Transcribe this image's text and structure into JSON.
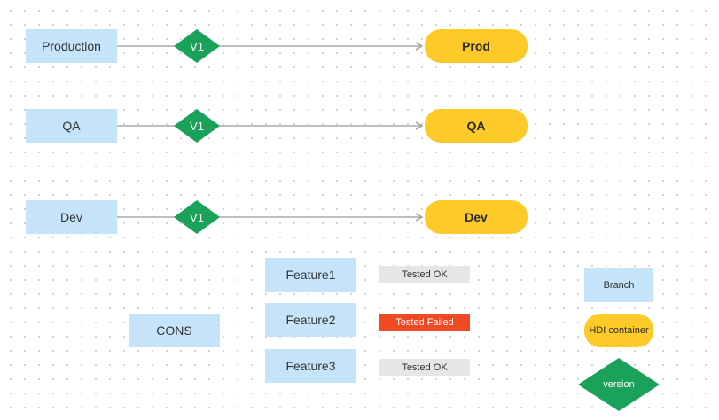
{
  "colors": {
    "branch": "#c5e4f9",
    "hdi_container": "#fdca2a",
    "version": "#1aa25a",
    "tested_ok": "#e6e6e6",
    "tested_failed": "#ef4a23",
    "arrow": "#a8a8a8"
  },
  "rows": [
    {
      "branch": "Production",
      "version": "V1",
      "container": "Prod"
    },
    {
      "branch": "QA",
      "version": "V1",
      "container": "QA"
    },
    {
      "branch": "Dev",
      "version": "V1",
      "container": "Dev"
    }
  ],
  "cons": "CONS",
  "features": [
    {
      "name": "Feature1",
      "status": "Tested OK"
    },
    {
      "name": "Feature2",
      "status": "Tested Failed"
    },
    {
      "name": "Feature3",
      "status": "Tested OK"
    }
  ],
  "legend": {
    "branch": "Branch",
    "container": "HDI container",
    "version": "version"
  }
}
